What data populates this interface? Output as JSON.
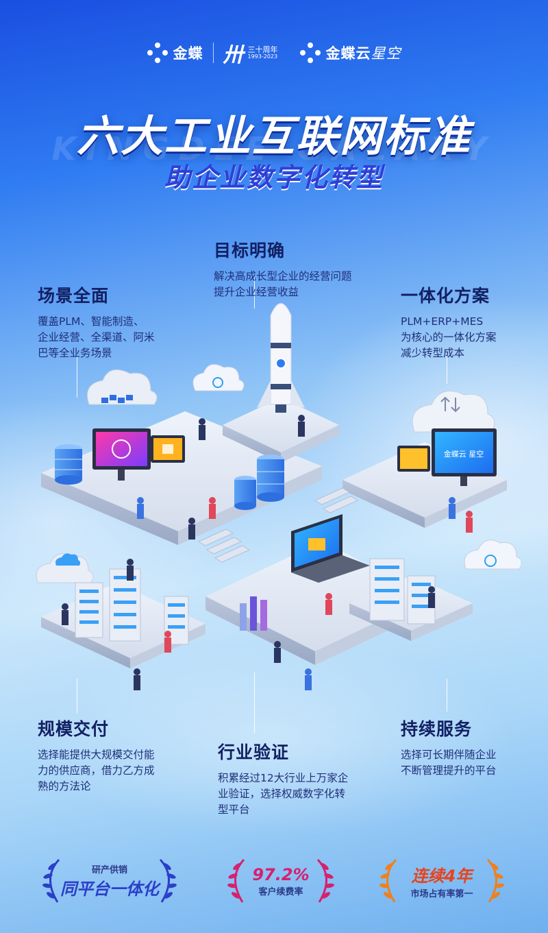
{
  "header": {
    "brand1": "金蝶",
    "anniv_mark": "卅",
    "anniv_title": "三十周年",
    "anniv_years": "1993-2023",
    "brand2_bold": "金蝶云",
    "brand2_light": "星空"
  },
  "watermark": "KINGDEE GALAXY",
  "title": "六大工业互联网标准",
  "subtitle": "助企业数字化转型",
  "features": {
    "target": {
      "title": "目标明确",
      "lines": [
        "解决高成长型企业的经营问题",
        "提升企业经营收益"
      ]
    },
    "scene": {
      "title": "场景全面",
      "lines": [
        "覆盖PLM、智能制造、",
        "企业经营、全渠道、阿米",
        "巴等全业务场景"
      ]
    },
    "solution": {
      "title": "一体化方案",
      "lines": [
        "PLM+ERP+MES",
        "为核心的一体化方案",
        "减少转型成本"
      ]
    },
    "scale": {
      "title": "规模交付",
      "lines": [
        "选择能提供大规模交付能",
        "力的供应商，借力乙方成",
        "熟的方法论"
      ]
    },
    "industry": {
      "title": "行业验证",
      "lines": [
        "积累经过12大行业上万家企",
        "业验证，选择权威数字化转",
        "型平台"
      ]
    },
    "service": {
      "title": "持续服务",
      "lines": [
        "选择可长期伴随企业",
        "不断管理提升的平台"
      ]
    }
  },
  "illustration": {
    "monitor_brand": "金蝶云 星空"
  },
  "awards": [
    {
      "small": "研产供销",
      "big": "同平台一体化",
      "color": "#2b3fc9"
    },
    {
      "big": "97.2%",
      "small": "客户续费率",
      "color": "#d6206e"
    },
    {
      "big": "连续4年",
      "small": "市场占有率第一",
      "color": "#e8431a"
    }
  ],
  "colors": {
    "accent": "#2e3fd6",
    "title": "#ffffff",
    "text": "#1f2f78"
  }
}
